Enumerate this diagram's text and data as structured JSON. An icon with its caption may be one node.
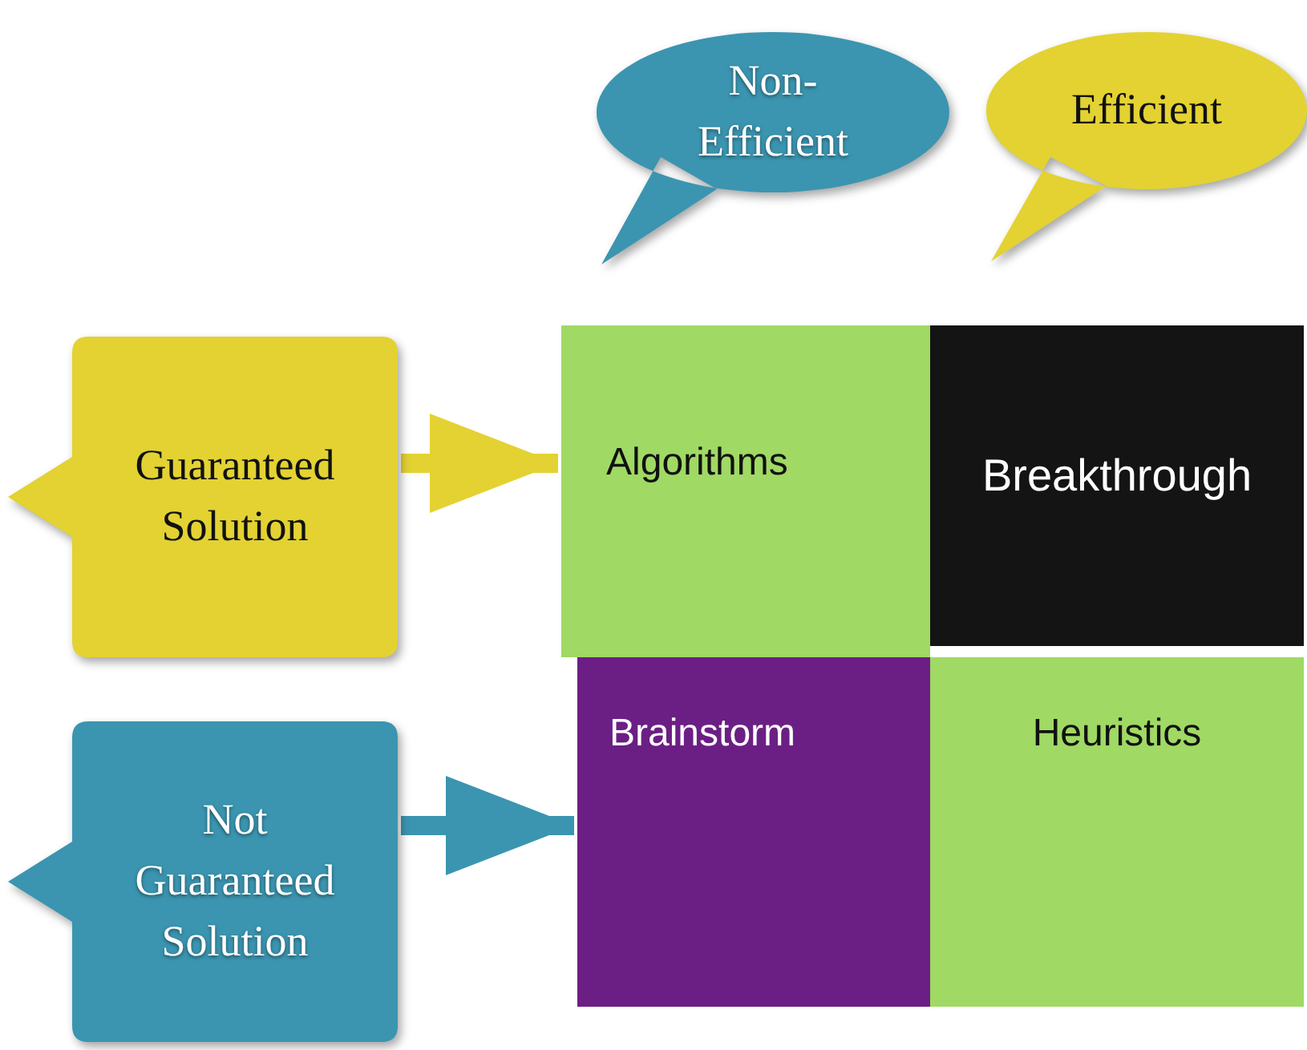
{
  "diagram": {
    "nodes": [
      {
        "text": [
          "Non- Efficient"
        ]
      },
      {
        "text": [
          "Efficient"
        ]
      },
      {
        "text": [
          "Guaranteed Solution"
        ]
      },
      {
        "text": [
          "Algorithms"
        ]
      },
      {
        "text": [
          "Breakthrough"
        ]
      },
      {
        "text": [
          "Not Guaranteed Solution"
        ]
      },
      {
        "text": [
          "Brainstorm"
        ]
      },
      {
        "text": [
          "Heuristics"
        ]
      }
    ],
    "edges": [
      {
        "from": 2,
        "to": 3,
        "arrow": "to",
        "color": "#e3d232"
      },
      {
        "from": 5,
        "to": 6,
        "arrow": "to",
        "color": "#3b95b0"
      }
    ]
  }
}
